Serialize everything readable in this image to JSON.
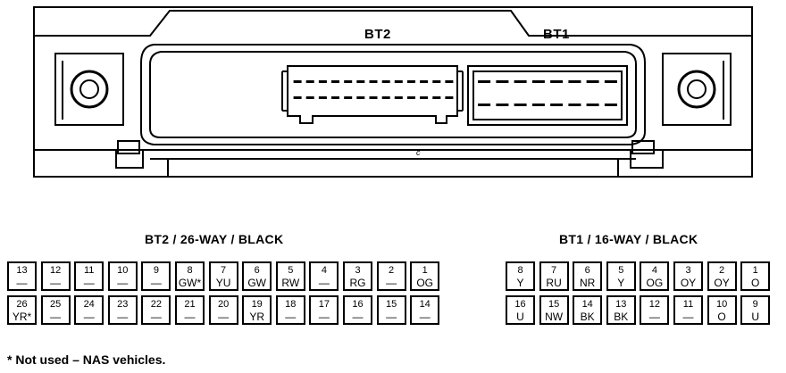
{
  "connectors": {
    "bt2_label": "BT2",
    "bt1_label": "BT1",
    "ecu_mark": "c"
  },
  "bt2": {
    "title": "BT2 / 26-WAY / BLACK",
    "top_row": [
      {
        "num": "13",
        "wire": "—"
      },
      {
        "num": "12",
        "wire": "—"
      },
      {
        "num": "11",
        "wire": "—"
      },
      {
        "num": "10",
        "wire": "—"
      },
      {
        "num": "9",
        "wire": "—"
      },
      {
        "num": "8",
        "wire": "GW*"
      },
      {
        "num": "7",
        "wire": "YU"
      },
      {
        "num": "6",
        "wire": "GW"
      },
      {
        "num": "5",
        "wire": "RW"
      },
      {
        "num": "4",
        "wire": "—"
      },
      {
        "num": "3",
        "wire": "RG"
      },
      {
        "num": "2",
        "wire": "—"
      },
      {
        "num": "1",
        "wire": "OG"
      }
    ],
    "bottom_row": [
      {
        "num": "26",
        "wire": "YR*"
      },
      {
        "num": "25",
        "wire": "—"
      },
      {
        "num": "24",
        "wire": "—"
      },
      {
        "num": "23",
        "wire": "—"
      },
      {
        "num": "22",
        "wire": "—"
      },
      {
        "num": "21",
        "wire": "—"
      },
      {
        "num": "20",
        "wire": "—"
      },
      {
        "num": "19",
        "wire": "YR"
      },
      {
        "num": "18",
        "wire": "—"
      },
      {
        "num": "17",
        "wire": "—"
      },
      {
        "num": "16",
        "wire": "—"
      },
      {
        "num": "15",
        "wire": "—"
      },
      {
        "num": "14",
        "wire": "—"
      }
    ]
  },
  "bt1": {
    "title": "BT1 / 16-WAY / BLACK",
    "top_row": [
      {
        "num": "8",
        "wire": "Y"
      },
      {
        "num": "7",
        "wire": "RU"
      },
      {
        "num": "6",
        "wire": "NR"
      },
      {
        "num": "5",
        "wire": "Y"
      },
      {
        "num": "4",
        "wire": "OG"
      },
      {
        "num": "3",
        "wire": "OY"
      },
      {
        "num": "2",
        "wire": "OY"
      },
      {
        "num": "1",
        "wire": "O"
      }
    ],
    "bottom_row": [
      {
        "num": "16",
        "wire": "U"
      },
      {
        "num": "15",
        "wire": "NW"
      },
      {
        "num": "14",
        "wire": "BK"
      },
      {
        "num": "13",
        "wire": "BK"
      },
      {
        "num": "12",
        "wire": "—"
      },
      {
        "num": "11",
        "wire": "—"
      },
      {
        "num": "10",
        "wire": "O"
      },
      {
        "num": "9",
        "wire": "U"
      }
    ]
  },
  "footnote": "* Not used – NAS vehicles."
}
